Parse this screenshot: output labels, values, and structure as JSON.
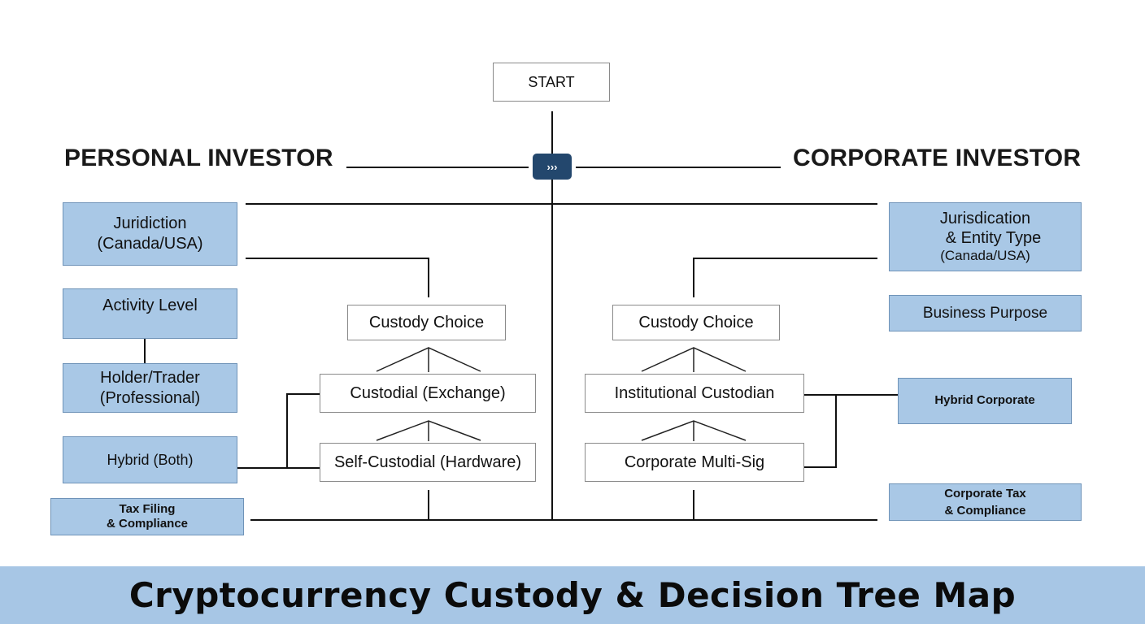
{
  "start": {
    "label": "START"
  },
  "hub": {
    "label": "›››"
  },
  "headings": {
    "personal": "PERSONAL INVESTOR",
    "corporate": "CORPORATE INVESTOR"
  },
  "personal": {
    "jurisdiction": {
      "line1": "Juridiction",
      "line2": "(Canada/USA)"
    },
    "activity": {
      "label": "Activity Level"
    },
    "holder_trader": {
      "line1": "Holder/Trader",
      "line2": "(Professional)"
    },
    "hybrid": {
      "label": "Hybrid (Both)"
    },
    "tax": {
      "line1": "Tax Filing",
      "line2": "& Compliance"
    },
    "custody_choice": "Custody Choice",
    "custodial": "Custodial (Exchange)",
    "self_custodial": "Self-Custodial (Hardware)"
  },
  "corporate": {
    "jurisdiction": {
      "line1": "Jurisdication",
      "line2": "& Entity Type",
      "line3": "(Canada/USA)"
    },
    "business_purpose": {
      "label": "Business Purpose"
    },
    "hybrid": {
      "label": "Hybrid Corporate"
    },
    "tax": {
      "line1": "Corporate Tax",
      "line2": "& Compliance"
    },
    "custody_choice": "Custody Choice",
    "institutional": "Institutional Custodian",
    "multisig": "Corporate Multi-Sig"
  },
  "footer": {
    "title": "Cryptocurrency Custody & Decision Tree Map"
  },
  "colors": {
    "box_blue": "#a9c8e6",
    "hub": "#23476d",
    "footer_band": "#a7c6e5",
    "line": "#111111"
  }
}
